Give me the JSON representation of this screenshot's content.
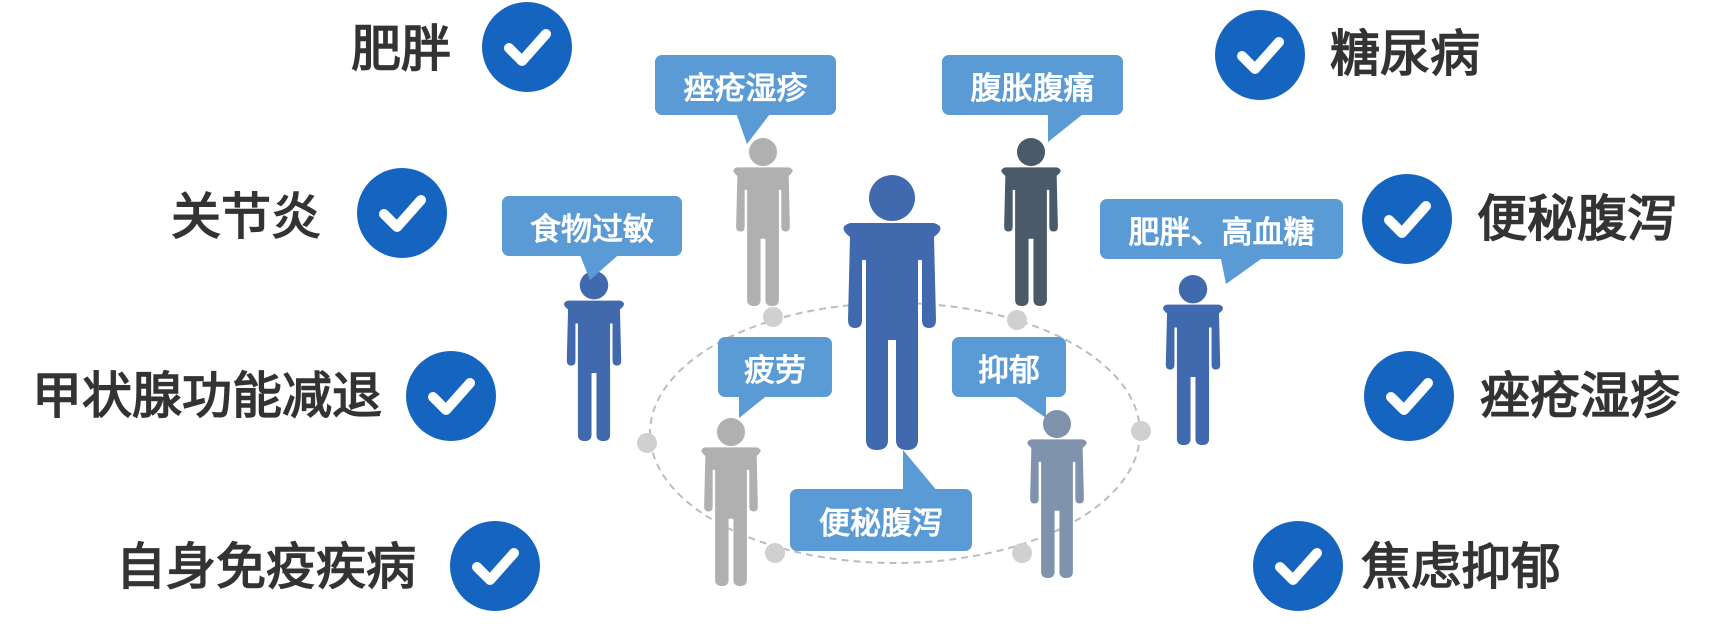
{
  "conditions": {
    "left": [
      "肥胖",
      "关节炎",
      "甲状腺功能减退",
      "自身免疫疾病"
    ],
    "right": [
      "糖尿病",
      "便秘腹泻",
      "痤疮湿疹",
      "焦虑抑郁"
    ]
  },
  "bubbles": {
    "acne_top": "痤疮湿疹",
    "bloating": "腹胀腹痛",
    "food_allergy": "食物过敏",
    "obesity_sugar": "肥胖、高血糖",
    "fatigue": "疲劳",
    "depression": "抑郁",
    "constipation": "便秘腹泻"
  },
  "colors": {
    "check": "#1565C0",
    "bubble": "#5B9BD5",
    "figure_blue": "#4169AE",
    "figure_gray": "#B0B0B0",
    "figure_dark": "#4A5A68",
    "figure_slate": "#7F94AC",
    "text": "#333333"
  }
}
